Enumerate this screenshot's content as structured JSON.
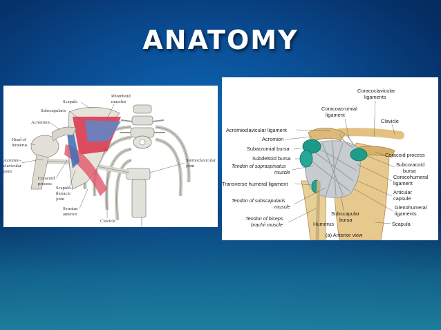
{
  "slide": {
    "title": "ANATOMY"
  },
  "left_figure": {
    "labels": {
      "scapula": "Scapula",
      "rhomboid_1": "Rhomboid",
      "rhomboid_2": "muscles",
      "subscapularis": "Subscapularis",
      "acromion": "Acromion",
      "head_humerus_1": "Head of",
      "head_humerus_2": "humerus",
      "acromioclavicular_1": "Acromio-",
      "acromioclavicular_2": "clavicular",
      "acromioclavicular_3": "joint",
      "sternoclavicular_1": "Sternoclavicular",
      "sternoclavicular_2": "joint",
      "coracoid_1": "Coracoid",
      "coracoid_2": "process",
      "scapulothoracic_1": "Scapulo-",
      "scapulothoracic_2": "thoracic",
      "scapulothoracic_3": "joint",
      "serratus_1": "Serratus",
      "serratus_2": "anterior",
      "clavicle": "Clavicle"
    }
  },
  "right_figure": {
    "labels": {
      "coracoclavicular_1": "Coracoclavicular",
      "coracoclavicular_2": "ligaments",
      "coracoacromial_1": "Coracoacromial",
      "coracoacromial_2": "ligament",
      "clavicle": "Clavicle",
      "acromioclavicular": "Acromioclavicular ligament",
      "acromion": "Acromion",
      "subacromial": "Subacromial bursa",
      "subdeltoid": "Subdeltoid bursa",
      "supraspinatus_1": "Tendon of supraspinatus",
      "supraspinatus_2": "muscle",
      "transverse": "Transverse humeral ligament",
      "subscapularis_1": "Tendon of subscapularis",
      "subscapularis_2": "muscle",
      "biceps_1": "Tendon of biceps",
      "biceps_2": "brachii muscle",
      "humerus": "Humerus",
      "subscapular_bursa_1": "Subscapular",
      "subscapular_bursa_2": "bursa",
      "coracoid": "Coracoid process",
      "subcoracoid_1": "Subcoracoid",
      "subcoracoid_2": "bursa",
      "coracohumeral_1": "Coracohumeral",
      "coracohumeral_2": "ligament",
      "articular_1": "Articular",
      "articular_2": "capsule",
      "glenohumeral_1": "Glenohumeral",
      "glenohumeral_2": "ligaments",
      "scapula": "Scapula",
      "view": "(a) Anterior view"
    }
  }
}
